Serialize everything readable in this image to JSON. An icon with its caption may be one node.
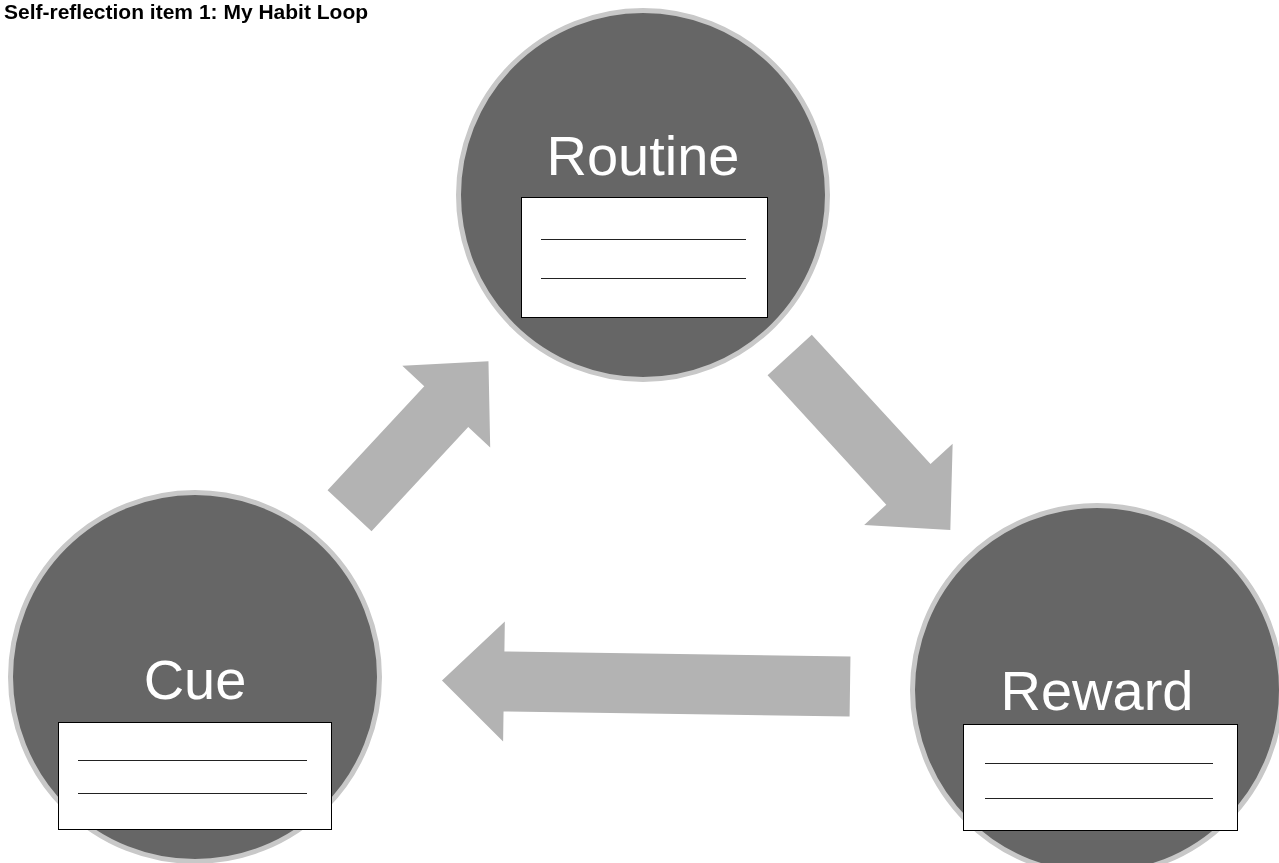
{
  "diagram": {
    "title": "Self-reflection item 1: My Habit Loop",
    "nodes": [
      {
        "text": [
          "Routine"
        ]
      },
      {
        "text": [
          "Reward"
        ]
      },
      {
        "text": [
          "Cue"
        ]
      }
    ],
    "edges": [
      {
        "from": 2,
        "to": 0,
        "arrow": "to"
      },
      {
        "from": 0,
        "to": 1,
        "arrow": "to"
      },
      {
        "from": 1,
        "to": 2,
        "arrow": "to"
      }
    ]
  }
}
